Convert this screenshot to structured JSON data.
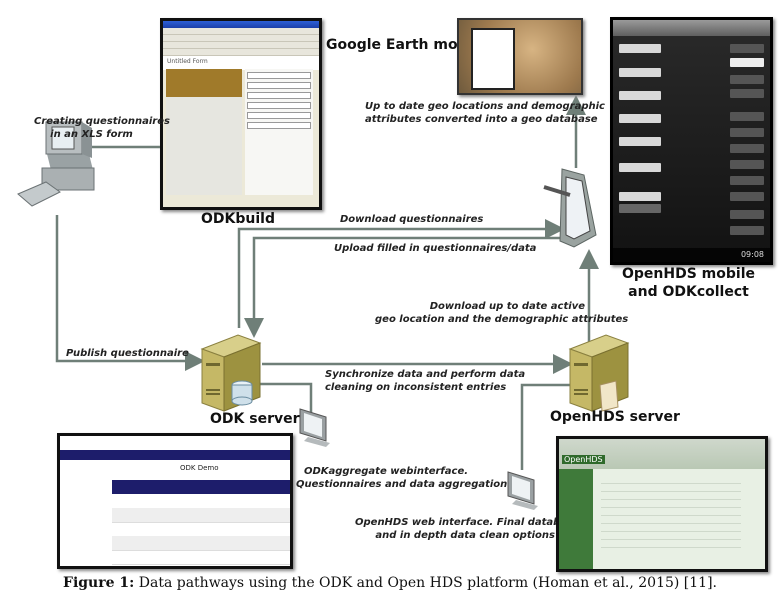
{
  "diagram": {
    "nodes": {
      "odkbuild": "ODKbuild",
      "google_earth": "Google Earth mobile",
      "openhds_mobile": [
        "OpenHDS mobile",
        "and ODKcollect"
      ],
      "odk_server": "ODK server",
      "openhds_server": "OpenHDS server"
    },
    "edge_labels": {
      "creating_questionnaires": [
        "Creating questionnaires",
        "in an XLS form"
      ],
      "geo_database": [
        "Up to date geo locations and demographic",
        "attributes converted into a geo database"
      ],
      "download_questionnaires": "Download questionnaires",
      "upload_filled": "Upload filled in questionnaires/data",
      "download_geo": [
        "Download up to date active",
        "geo location and the demographic attributes"
      ],
      "publish_questionnaire": "Publish questionnaire",
      "synchronize": [
        "Synchronize data and perform data",
        "cleaning on  inconsistent entries"
      ],
      "odkaggregate": [
        "ODKaggregate webinterface.",
        "Questionnaires and data aggregation"
      ],
      "openhds_web": [
        "OpenHDS web interface. Final database",
        "and in depth data clean options"
      ]
    },
    "screens": {
      "odkbuild_form_title": "Untitled Form",
      "odkaggregate_title": "ODK Demo",
      "openhds_mobile_clock": "09:08",
      "openhds_web_logo": "OpenHDS"
    },
    "line_color": "#6f7f78"
  },
  "caption": {
    "label": "Figure 1:",
    "text": " Data pathways using the ODK and Open HDS platform (Homan et al., 2015) [11]."
  }
}
